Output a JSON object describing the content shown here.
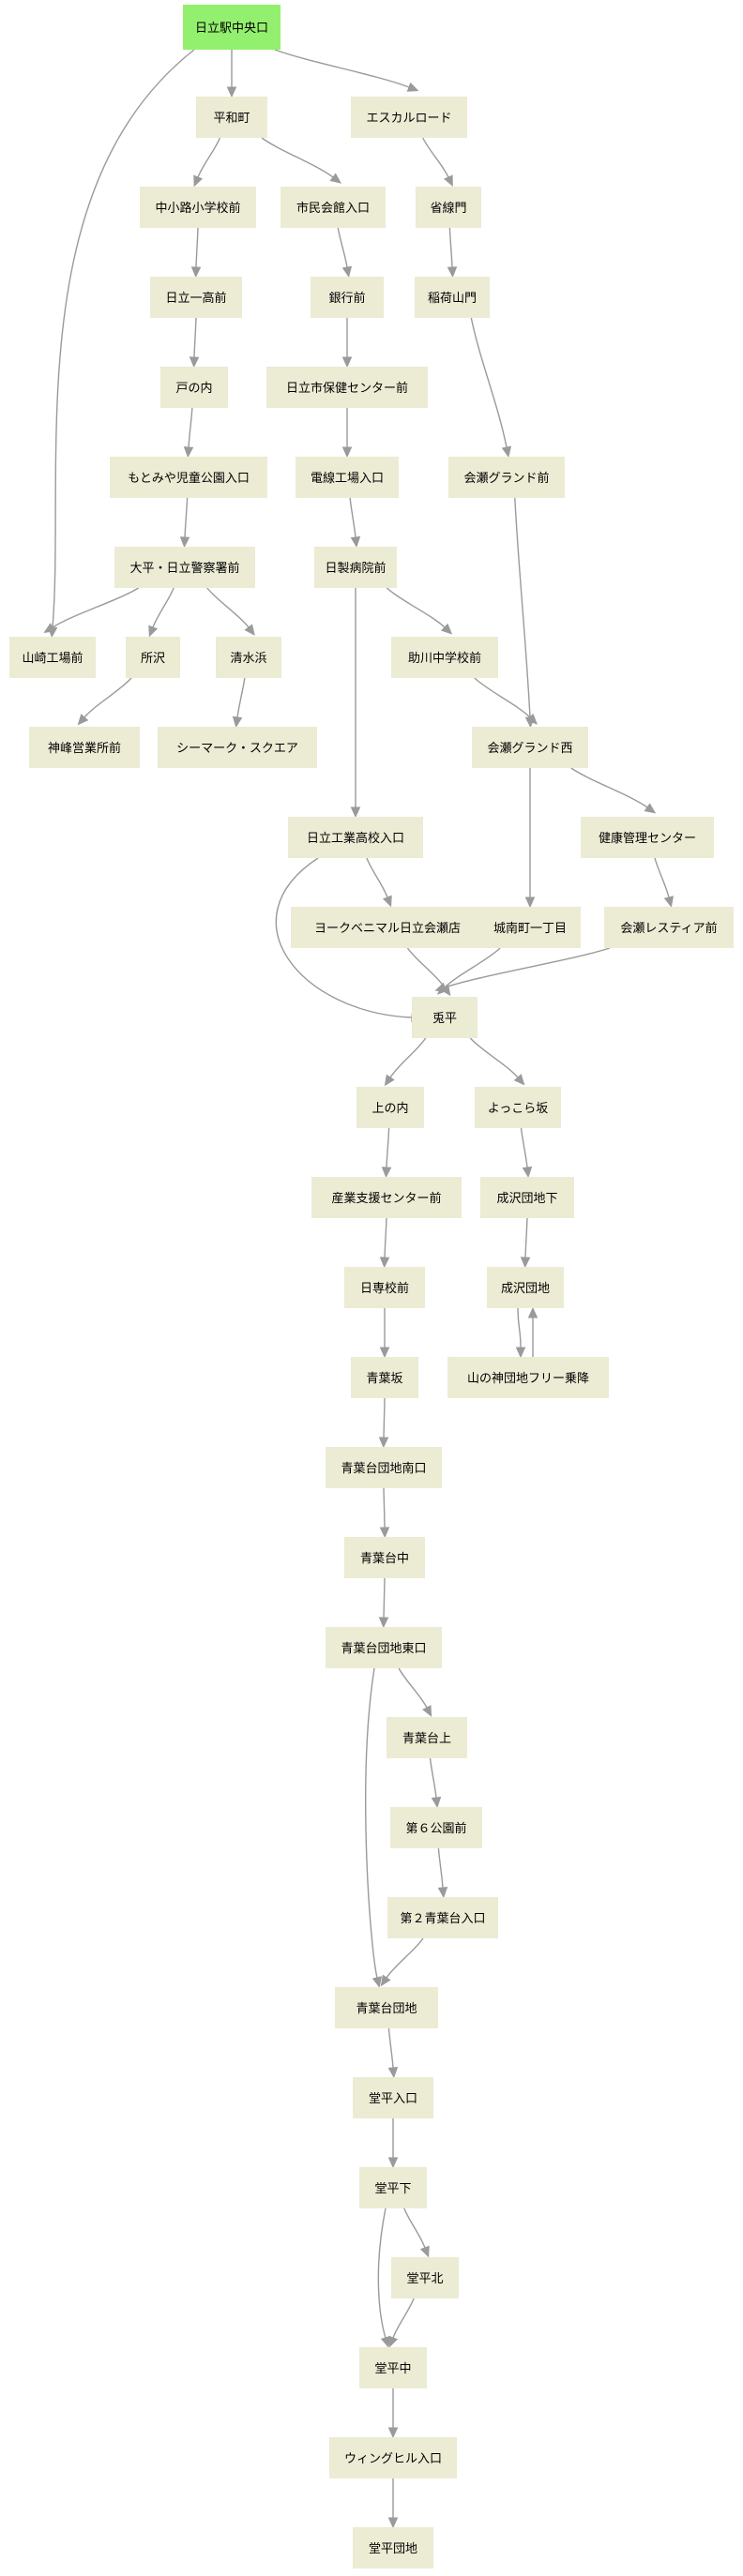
{
  "colors": {
    "node_fill": "#ecebd4",
    "origin_fill": "#93f06e",
    "edge": "#9a9a9a"
  },
  "nodes": [
    {
      "id": "n0",
      "label": "日立駅中央口",
      "origin": true
    },
    {
      "id": "n1",
      "label": "平和町"
    },
    {
      "id": "n2",
      "label": "エスカルロード"
    },
    {
      "id": "n3",
      "label": "中小路小学校前"
    },
    {
      "id": "n4",
      "label": "市民会館入口"
    },
    {
      "id": "n5",
      "label": "省線門"
    },
    {
      "id": "n6",
      "label": "日立一高前"
    },
    {
      "id": "n7",
      "label": "銀行前"
    },
    {
      "id": "n8",
      "label": "稲荷山門"
    },
    {
      "id": "n9",
      "label": "戸の内"
    },
    {
      "id": "n10",
      "label": "日立市保健センター前"
    },
    {
      "id": "n11",
      "label": "もとみや児童公園入口"
    },
    {
      "id": "n12",
      "label": "電線工場入口"
    },
    {
      "id": "n13",
      "label": "会瀬グランド前"
    },
    {
      "id": "n14",
      "label": "大平・日立警察署前"
    },
    {
      "id": "n15",
      "label": "日製病院前"
    },
    {
      "id": "n16",
      "label": "山崎工場前"
    },
    {
      "id": "n17",
      "label": "所沢"
    },
    {
      "id": "n18",
      "label": "清水浜"
    },
    {
      "id": "n19",
      "label": "助川中学校前"
    },
    {
      "id": "n20",
      "label": "神峰営業所前"
    },
    {
      "id": "n21",
      "label": "シーマーク・スクエア"
    },
    {
      "id": "n22",
      "label": "会瀬グランド西"
    },
    {
      "id": "n23",
      "label": "日立工業高校入口"
    },
    {
      "id": "n24",
      "label": "健康管理センター"
    },
    {
      "id": "n25",
      "label": "ヨークベニマル日立会瀬店"
    },
    {
      "id": "n26",
      "label": "城南町一丁目"
    },
    {
      "id": "n27",
      "label": "会瀬レスティア前"
    },
    {
      "id": "n28",
      "label": "兎平"
    },
    {
      "id": "n29",
      "label": "上の内"
    },
    {
      "id": "n30",
      "label": "よっこら坂"
    },
    {
      "id": "n31",
      "label": "産業支援センター前"
    },
    {
      "id": "n32",
      "label": "成沢団地下"
    },
    {
      "id": "n33",
      "label": "日専校前"
    },
    {
      "id": "n34",
      "label": "成沢団地"
    },
    {
      "id": "n35",
      "label": "青葉坂"
    },
    {
      "id": "n36",
      "label": "山の神団地フリー乗降"
    },
    {
      "id": "n37",
      "label": "青葉台団地南口"
    },
    {
      "id": "n38",
      "label": "青葉台中"
    },
    {
      "id": "n39",
      "label": "青葉台団地東口"
    },
    {
      "id": "n40",
      "label": "青葉台上"
    },
    {
      "id": "n41",
      "label": "第６公園前"
    },
    {
      "id": "n42",
      "label": "第２青葉台入口"
    },
    {
      "id": "n43",
      "label": "青葉台団地"
    },
    {
      "id": "n44",
      "label": "堂平入口"
    },
    {
      "id": "n45",
      "label": "堂平下"
    },
    {
      "id": "n46",
      "label": "堂平北"
    },
    {
      "id": "n47",
      "label": "堂平中"
    },
    {
      "id": "n48",
      "label": "ウィングヒル入口"
    },
    {
      "id": "n49",
      "label": "堂平団地"
    }
  ],
  "edges": [
    [
      "n0",
      "n1"
    ],
    [
      "n0",
      "n2"
    ],
    [
      "n0",
      "n16"
    ],
    [
      "n1",
      "n3"
    ],
    [
      "n1",
      "n4"
    ],
    [
      "n2",
      "n5"
    ],
    [
      "n3",
      "n6"
    ],
    [
      "n4",
      "n7"
    ],
    [
      "n5",
      "n8"
    ],
    [
      "n6",
      "n9"
    ],
    [
      "n7",
      "n10"
    ],
    [
      "n8",
      "n13"
    ],
    [
      "n9",
      "n11"
    ],
    [
      "n10",
      "n12"
    ],
    [
      "n11",
      "n14"
    ],
    [
      "n12",
      "n15"
    ],
    [
      "n13",
      "n22"
    ],
    [
      "n14",
      "n16"
    ],
    [
      "n14",
      "n17"
    ],
    [
      "n14",
      "n18"
    ],
    [
      "n15",
      "n19"
    ],
    [
      "n15",
      "n23"
    ],
    [
      "n17",
      "n20"
    ],
    [
      "n18",
      "n21"
    ],
    [
      "n19",
      "n22"
    ],
    [
      "n22",
      "n24"
    ],
    [
      "n22",
      "n26"
    ],
    [
      "n23",
      "n25"
    ],
    [
      "n23",
      "n28"
    ],
    [
      "n24",
      "n27"
    ],
    [
      "n25",
      "n28"
    ],
    [
      "n26",
      "n28"
    ],
    [
      "n27",
      "n28"
    ],
    [
      "n28",
      "n29"
    ],
    [
      "n28",
      "n30"
    ],
    [
      "n29",
      "n31"
    ],
    [
      "n30",
      "n32"
    ],
    [
      "n31",
      "n33"
    ],
    [
      "n32",
      "n34"
    ],
    [
      "n33",
      "n35"
    ],
    [
      "n34",
      "n36"
    ],
    [
      "n36",
      "n34"
    ],
    [
      "n35",
      "n37"
    ],
    [
      "n37",
      "n38"
    ],
    [
      "n38",
      "n39"
    ],
    [
      "n39",
      "n40"
    ],
    [
      "n39",
      "n43"
    ],
    [
      "n40",
      "n41"
    ],
    [
      "n41",
      "n42"
    ],
    [
      "n42",
      "n43"
    ],
    [
      "n43",
      "n44"
    ],
    [
      "n44",
      "n45"
    ],
    [
      "n45",
      "n46"
    ],
    [
      "n45",
      "n47"
    ],
    [
      "n46",
      "n47"
    ],
    [
      "n47",
      "n48"
    ],
    [
      "n48",
      "n49"
    ]
  ]
}
